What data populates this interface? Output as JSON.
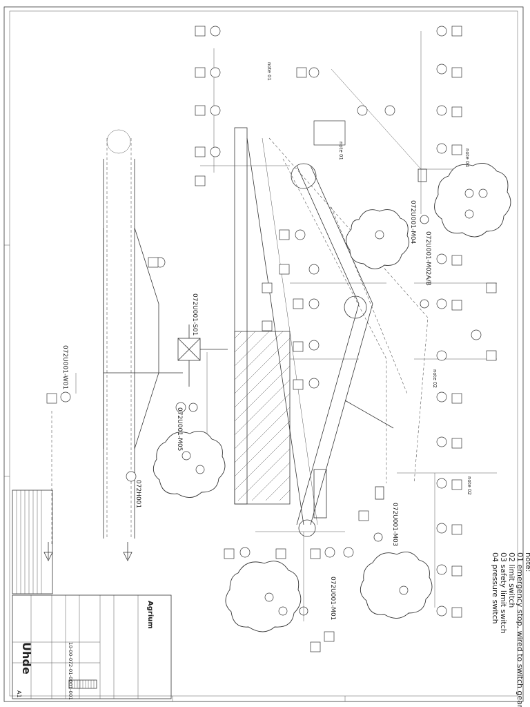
{
  "drawing": {
    "labels": {
      "m01": "072U001-M01",
      "m02": "072U001-M02A/B",
      "m03": "072U001-M03",
      "m04": "072U001-M04",
      "m05": "072U001-M05",
      "s01": "072U001-S01",
      "w01": "072U001-W01",
      "h001": "072H001"
    },
    "notes": {
      "note01": "note 01",
      "note01b": "note 01",
      "note02": "note 02",
      "note02b": "note 02",
      "note04": "note 04",
      "main_note": "note:",
      "main_note_lines": [
        "01 emergency stop, wired to switch gear",
        "02 limit switch",
        "03 safety limit switch",
        "04 pressure switch"
      ]
    },
    "title_block": {
      "client": "Agrium",
      "company": "Uhde",
      "drawing_number": "10-00-072-01-0001-001",
      "revision": "A1"
    }
  }
}
